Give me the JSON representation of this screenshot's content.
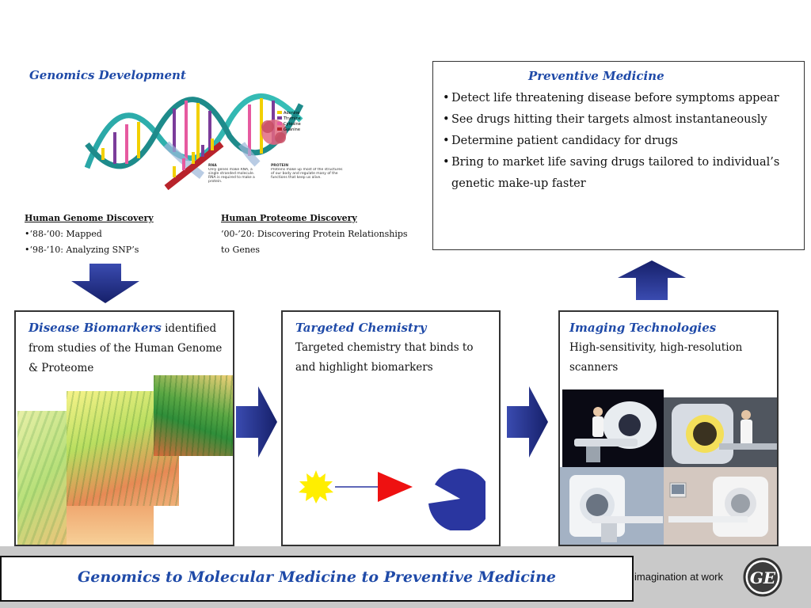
{
  "genomics": {
    "title": "Genomics Development",
    "figure": {
      "legend": [
        "Adenine",
        "Thymine",
        "Cytosine",
        "Guanine"
      ],
      "rna_label": "RNA",
      "rna_caption": "Only genes make RNA, a single stranded molecule. RNA is required to make a protein.",
      "protein_label": "PROTEIN",
      "protein_caption": "Proteins make up most of the structures of our body and regulate many of the functions that keep us alive."
    },
    "genome": {
      "heading": "Human Genome Discovery",
      "items": [
        "•‘88-’00: Mapped",
        "•‘98-’10: Analyzing SNP’s"
      ]
    },
    "proteome": {
      "heading": "Human Proteome Discovery",
      "text": "‘00-’20: Discovering Protein Relationships to Genes"
    }
  },
  "preventive": {
    "title": "Preventive Medicine",
    "items": [
      "Detect life threatening disease before symptoms appear",
      "See drugs hitting their targets almost instantaneously",
      "Determine patient candidacy for drugs",
      "Bring to market life saving drugs tailored to individual’s genetic make-up faster"
    ]
  },
  "biomarkers": {
    "title": "Disease Biomarkers",
    "text": " identified from studies of the Human Genome & Proteome"
  },
  "chemistry": {
    "title": "Targeted Chemistry",
    "text": "Targeted chemistry that binds to and highlight biomarkers"
  },
  "imaging": {
    "title": "Imaging Technologies",
    "text": "High-sensitivity, high-resolution scanners"
  },
  "footer": {
    "title": "Genomics to Molecular Medicine to Preventive Medicine",
    "tagline": "imagination at work",
    "logo_text": "GE"
  },
  "colors": {
    "title_blue": "#1f4aa8",
    "arrow_navy": "#1c2a80",
    "sun_yellow": "#ffee00",
    "triangle_red": "#ee1111",
    "pacman_blue": "#2a36a0"
  }
}
